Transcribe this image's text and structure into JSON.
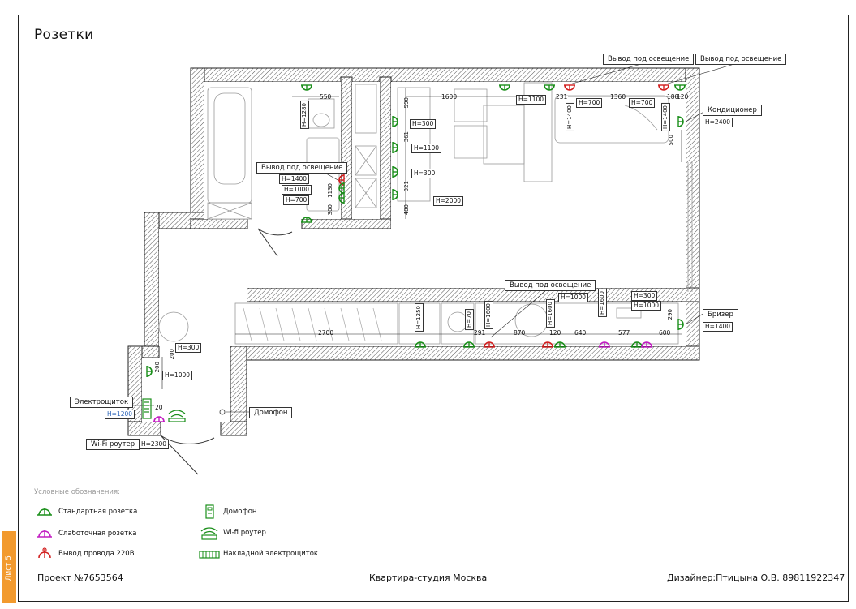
{
  "sheet": {
    "title": "Розетки",
    "project": "Проект №7653564",
    "name": "Квартира-студия Москва",
    "designer": "Дизайнер:Птицына О.В. 89811922347",
    "tab": "Лист 5",
    "accent": "#f29a2e"
  },
  "colors": {
    "standard_socket": "#1a8f1a",
    "lowcurrent_socket": "#c21bc2",
    "wire_220": "#d21f1f",
    "wall_hatch": "#333333"
  },
  "callouts": {
    "light1": "Вывод под освещение",
    "light2": "Вывод под освещение",
    "light3": "Вывод под освещение",
    "light4": "Вывод под освещение",
    "conditioner": "Кондиционер",
    "breezer": "Бризер",
    "panel": "Электрощиток",
    "wifi": "Wi-Fi роутер",
    "intercom": "Домофон"
  },
  "heights": {
    "h_bath1400": "H=1400",
    "h_bath1000": "H=1000",
    "h_bath700": "H=700",
    "h_k300a": "H=300",
    "h_k1100a": "H=1100",
    "h_k300b": "H=300",
    "h_k2000": "H=2000",
    "h_top1100": "H=1100",
    "h_top700a": "H=700",
    "h_top700b": "H=700",
    "h_cond2400": "H=2400",
    "h_hall300": "H=300",
    "h_hall1000": "H=1000",
    "h_panel1200": "H=1200",
    "h_wifi2300": "H=2300",
    "h_mid1000": "H=1000",
    "h_mid300": "H=300",
    "h_mid1000b": "H=1000",
    "h_breezer1400": "H=1400"
  },
  "vheights": {
    "v_wc1280": "H=1280",
    "v_top1400a": "H=1400",
    "v_top1400b": "H=1400",
    "v_k1250": "H=1250",
    "v_k70": "H=70",
    "v_k1600a": "H=1600",
    "v_k1600b": "H=1600",
    "v_k1600c": "H=1600"
  },
  "dims": {
    "d550": "550",
    "d1600": "1600",
    "d231": "231",
    "d1360": "1360",
    "d180": "180",
    "d120": "120",
    "d590": "590",
    "d361": "361",
    "d321": "321",
    "d480": "480",
    "d500": "500",
    "d2700": "2700",
    "d291": "291",
    "d870": "870",
    "d120b": "120",
    "d640": "640",
    "d577": "577",
    "d600": "600",
    "d290": "290",
    "d200a": "200",
    "d200b": "200",
    "d20": "20",
    "d300": "300",
    "d1130": "1130"
  },
  "legend": {
    "title": "Условные обозначения:",
    "standard": "Стандартная розетка",
    "lowcurrent": "Слаботочная розетка",
    "wire": "Вывод провода 220В",
    "intercom": "Домофон",
    "wifi": "Wi-fi роутер",
    "panel": "Накладной электрощиток"
  }
}
